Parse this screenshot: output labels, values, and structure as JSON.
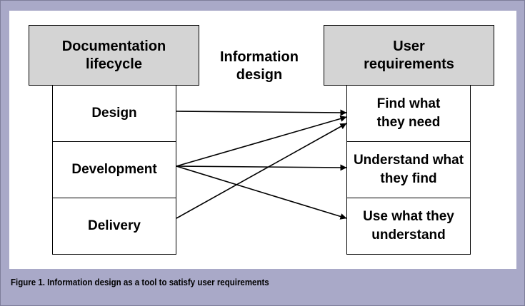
{
  "diagram": {
    "lifecycle_header": "Documentation lifecycle",
    "lifecycle_stages": [
      "Design",
      "Development",
      "Delivery"
    ],
    "connector_label": "Information design",
    "requirements_header": "User requirements",
    "requirements": [
      "Find what they need",
      "Understand what they find",
      "Use what they understand"
    ]
  },
  "caption": "Figure 1. Information design as a tool to satisfy user requirements",
  "colors": {
    "frame": "#a9a9c8",
    "header_fill": "#d4d4d4",
    "stroke": "#000000"
  }
}
